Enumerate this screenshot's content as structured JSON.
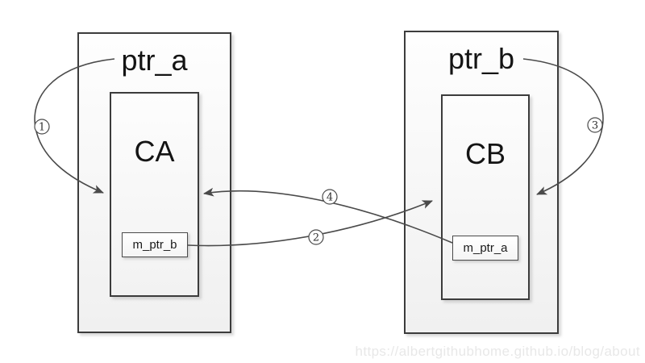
{
  "groups": {
    "left": {
      "pointer_label": "ptr_a",
      "class_label": "CA",
      "member_label": "m_ptr_b"
    },
    "right": {
      "pointer_label": "ptr_b",
      "class_label": "CB",
      "member_label": "m_ptr_a"
    }
  },
  "arrows": [
    {
      "number": "1"
    },
    {
      "number": "2"
    },
    {
      "number": "3"
    },
    {
      "number": "4"
    }
  ],
  "watermark": "https://albertgithubhome.github.io/blog/about",
  "colors": {
    "line": "#4a4a4a",
    "box_border": "#3c3c3c",
    "text": "#141414",
    "watermark": "#e8e8e8"
  }
}
